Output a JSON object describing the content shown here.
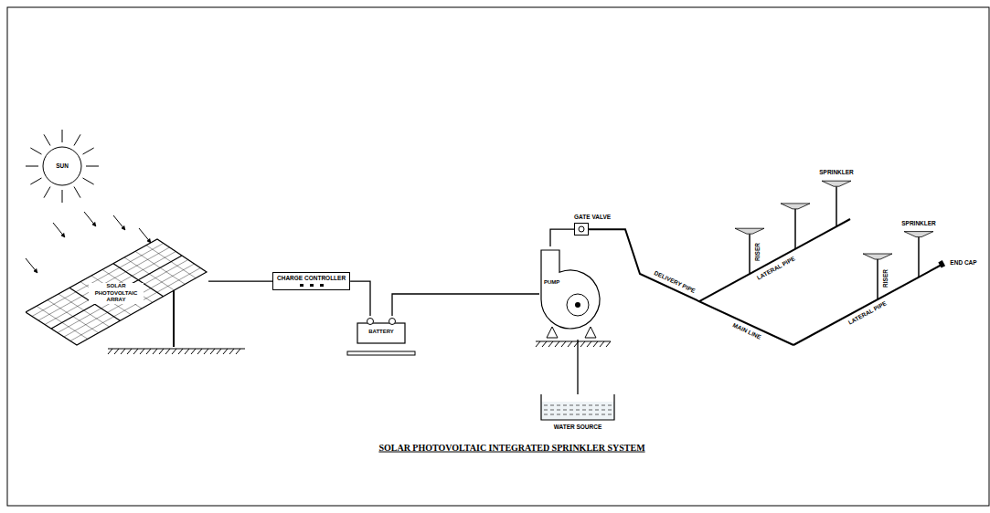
{
  "diagram": {
    "title": "SOLAR PHOTOVOLTAIC INTEGRATED SPRINKLER SYSTEM",
    "nodes": [
      {
        "text": [
          "SUN"
        ]
      },
      {
        "text": [
          "SOLAR PHOTOVOLTAIC ARRAY"
        ]
      },
      {
        "text": [
          "CHARGE CONTROLLER"
        ]
      },
      {
        "text": [
          "BATTERY"
        ]
      },
      {
        "text": [
          "PUMP"
        ]
      },
      {
        "text": [
          "GATE VALVE"
        ]
      },
      {
        "text": [
          "WATER SOURCE"
        ]
      }
    ],
    "edges": [
      {
        "from": 1,
        "to": 2,
        "arrow": "none"
      },
      {
        "from": 2,
        "to": 3,
        "arrow": "none"
      },
      {
        "from": 3,
        "to": 4,
        "arrow": "none"
      },
      {
        "from": 6,
        "to": 4,
        "arrow": "none"
      },
      {
        "from": 4,
        "to": 5,
        "arrow": "none"
      }
    ],
    "labels": [
      "DELIVERY PIPE",
      "MAIN LINE",
      "LATERAL PIPE",
      "LATERAL PIPE",
      "RISER",
      "RISER",
      "SPRINKLER",
      "SPRINKLER",
      "END CAP"
    ]
  }
}
